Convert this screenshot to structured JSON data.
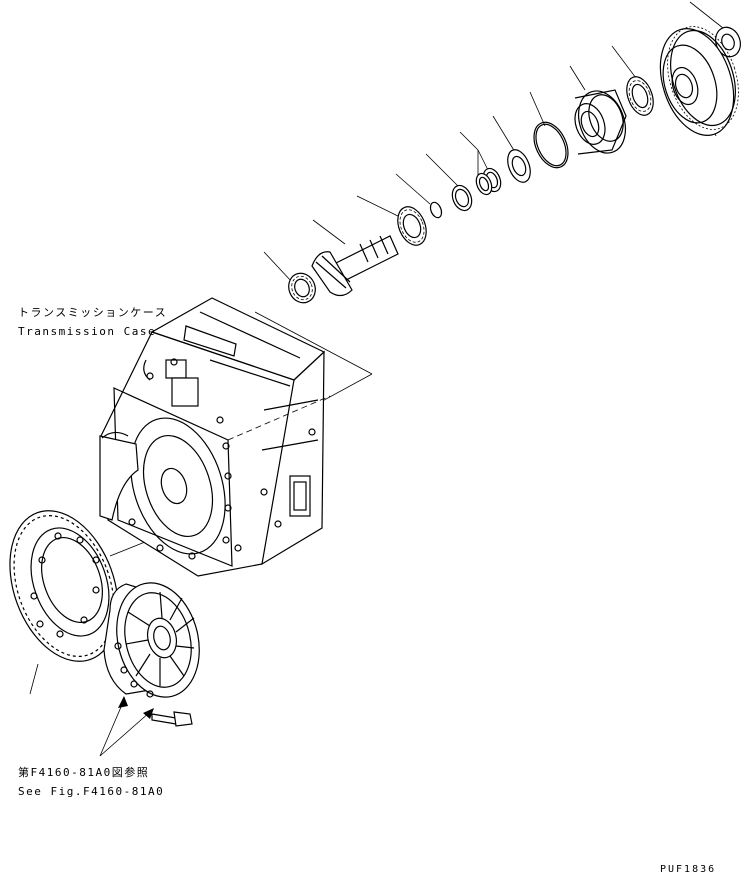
{
  "labels": {
    "transmission_case_jp": "トランスミッションケース",
    "transmission_case_en": "Transmission Case",
    "see_fig_jp": "第F4160-81A0図参照",
    "see_fig_en": "See Fig.F4160-81A0",
    "drawing_code": "PUF1836"
  }
}
